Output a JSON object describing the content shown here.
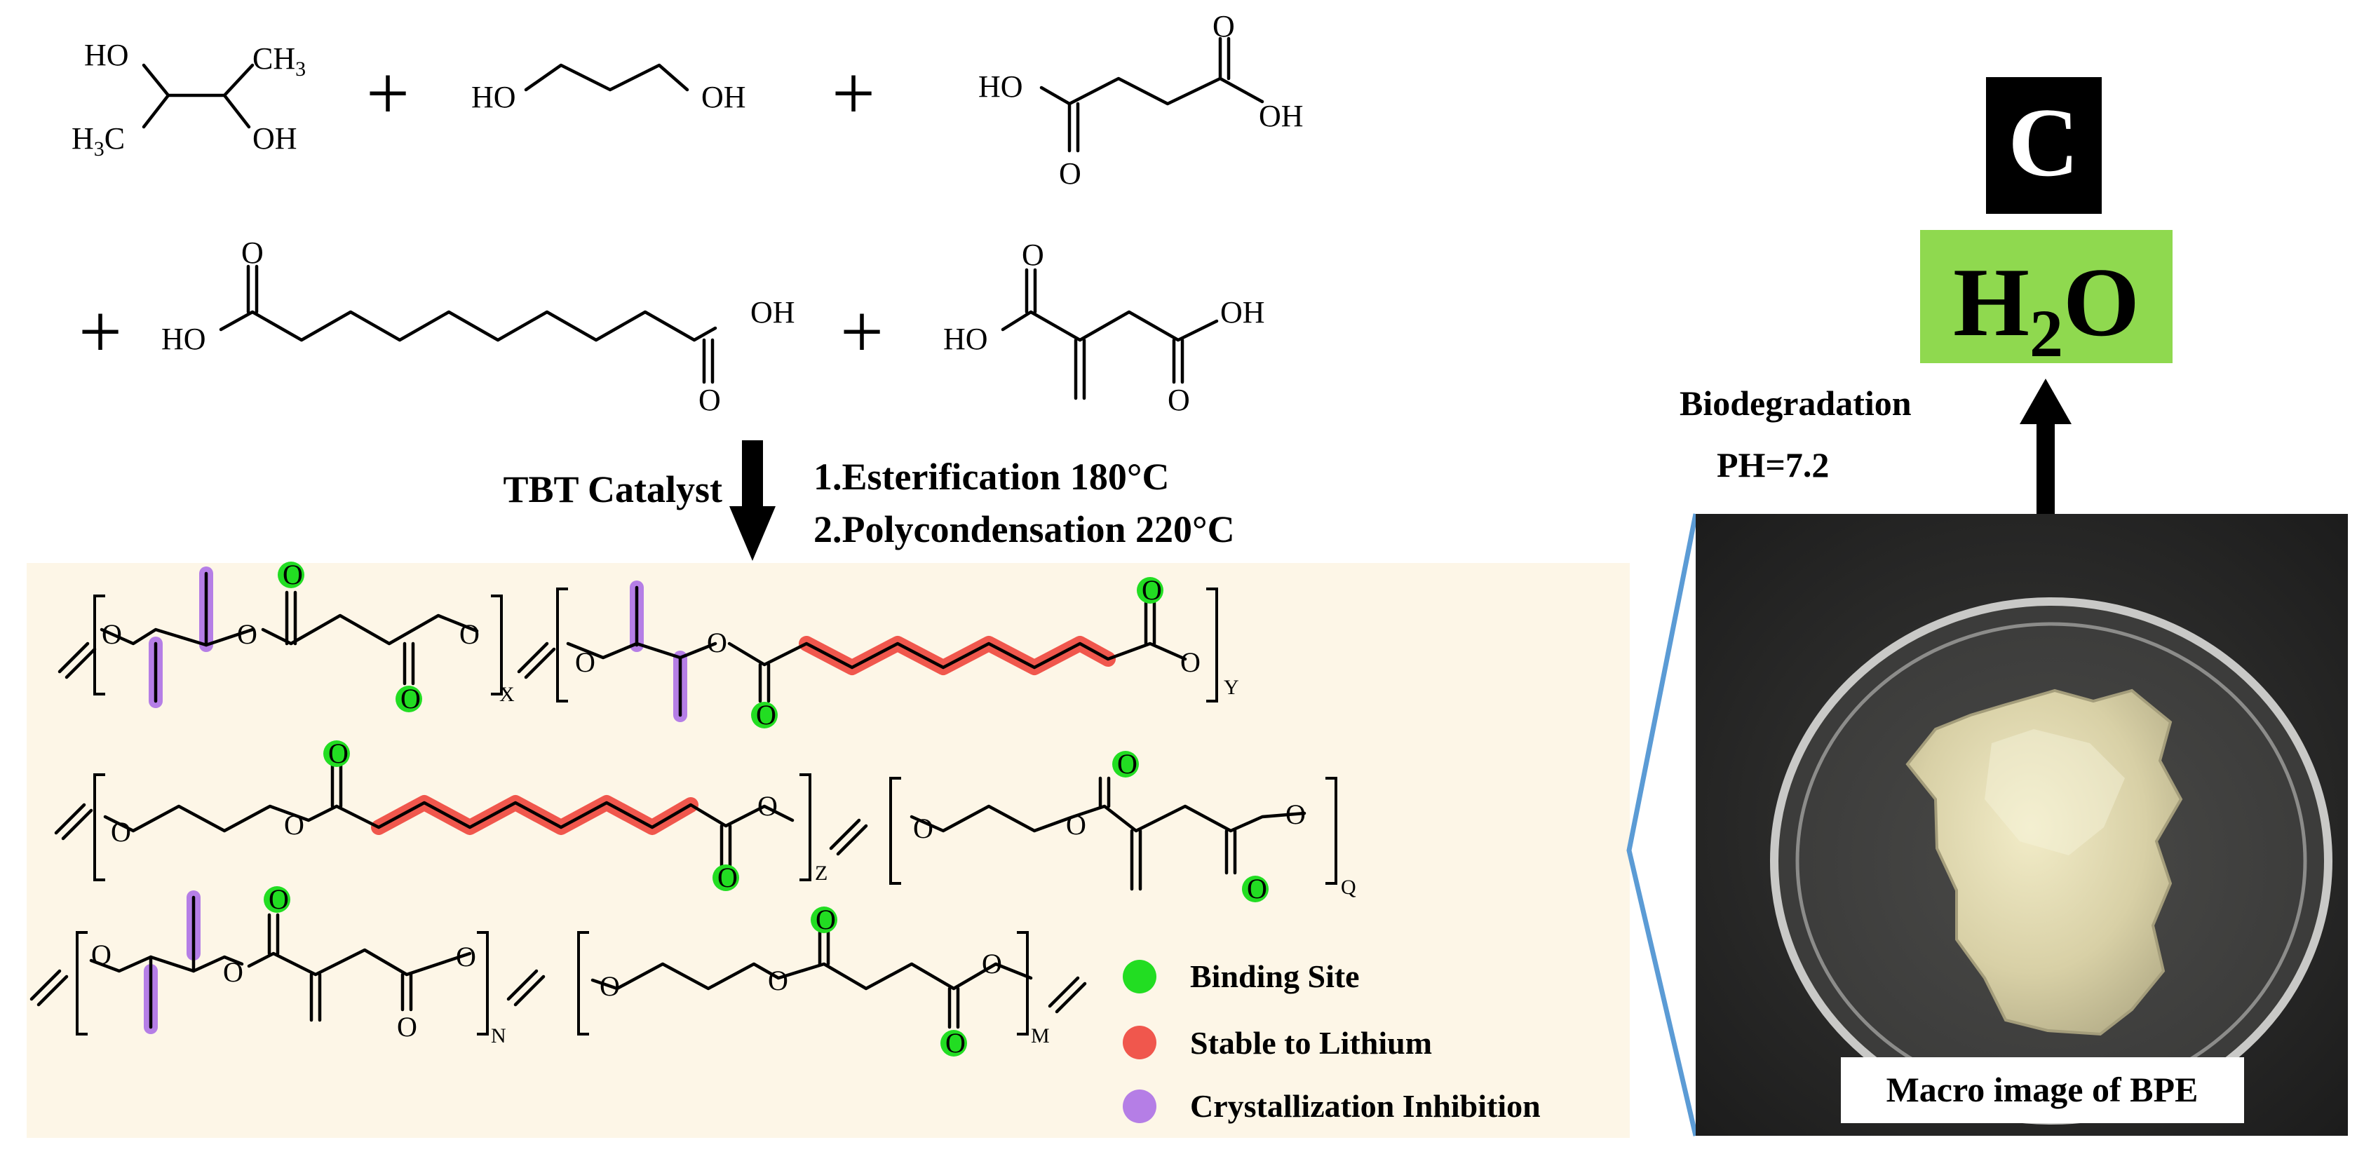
{
  "reactants": {
    "butanediol": {
      "ho": "HO",
      "ch3": "CH",
      "ch3_sub": "3",
      "h3c": "H",
      "h3c_sub": "3",
      "h3c_c": "C",
      "oh": "OH"
    },
    "propanediol": {
      "ho": "HO",
      "oh": "OH"
    },
    "succinic_acid": {
      "ho": "HO",
      "oh": "OH",
      "o_top": "O",
      "o_bottom": "O"
    },
    "sebacic_acid": {
      "ho": "HO",
      "oh": "OH",
      "o_top": "O",
      "o_bottom": "O"
    },
    "itaconic_acid": {
      "ho": "HO",
      "oh": "OH",
      "o_top": "O",
      "o_bottom": "O"
    },
    "plus": "+"
  },
  "reaction": {
    "catalyst": "TBT Catalyst",
    "step1": "1.Esterification 180°C",
    "step2": "2.Polycondensation 220°C"
  },
  "polymer": {
    "atom_o": "O",
    "subscripts": [
      "X",
      "Y",
      "Z",
      "Q",
      "N",
      "M"
    ]
  },
  "legend": [
    {
      "label": "Binding Site",
      "color": "#22dd22"
    },
    {
      "label": "Stable to Lithium",
      "color": "#f0574d"
    },
    {
      "label": "Crystallization Inhibition",
      "color": "#b57ee6"
    }
  ],
  "degradation": {
    "label": "Biodegradation",
    "ph": "PH=7.2",
    "product_c": "C",
    "product_h": "H",
    "product_h_sub": "2",
    "product_o": "O",
    "product_c_bg": "#000000",
    "product_h2o_bg": "#8fd94f",
    "photo_caption": "Macro image of BPE"
  },
  "colors": {
    "panel_bg": "#fdf6e7",
    "callout_line": "#5b9bd5",
    "highlight_red": "#f0574d",
    "highlight_purple": "#b57ee6",
    "binding_green": "#22dd22"
  }
}
